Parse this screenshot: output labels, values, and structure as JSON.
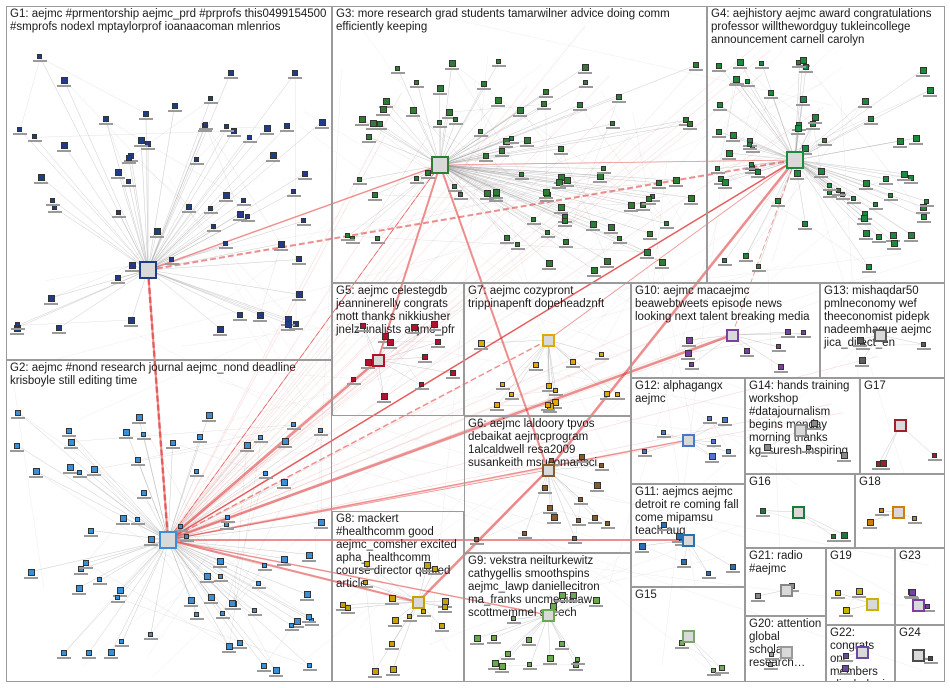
{
  "canvas": {
    "background": "#ffffff"
  },
  "groups": [
    {
      "id": "G1",
      "label": "G1: aejmc #prmentorship aejmc_prd #prprofs this0499154500 #smprofs nodexl mptaylorprof ioanaacoman mlenrios",
      "color": "#1f3c88"
    },
    {
      "id": "G2",
      "label": "G2: aejmc #nond research journal aejmc_nond deadline krisboyle still editing time",
      "color": "#3a8fd6"
    },
    {
      "id": "G3",
      "label": "G3: more research grad students tamarwilner advice doing comm efficiently keeping",
      "color": "#2e7d32"
    },
    {
      "id": "G4",
      "label": "G4: aejhistory aejmc award congratulations professor willthewordguy tukleincollege announcement carnell carolyn",
      "color": "#1b8a3a"
    },
    {
      "id": "G5",
      "label": "G5: aejmc celestegdb jeanninerelly congrats mott thanks nikkiusher jnelz finalists aejmc_pfr",
      "color": "#b3122a"
    },
    {
      "id": "G6",
      "label": "G6: aejmc laldoory tpvos debaikat aejmcprogram 1alcaldwell resa2009 susankeith msucomartsci",
      "color": "#8b5a2b"
    },
    {
      "id": "G7",
      "label": "G7: aejmc cozypront trippinapenft dopeheadznft",
      "color": "#e0a800"
    },
    {
      "id": "G8",
      "label": "G8: mackert #healthcomm good aejmc_comsher excited apha_healthcomm course director quoted article",
      "color": "#c8a000"
    },
    {
      "id": "G9",
      "label": "G9: vekstra neilturkewitz cathygellis smoothspins aejmc_lawp daniellecitron ma_franks uncmedialaw scottmemmel speech",
      "color": "#6aa84f"
    },
    {
      "id": "G10",
      "label": "G10: aejmc macaejmc beawebtweets episode news looking next talent breaking media",
      "color": "#7a3fa0"
    },
    {
      "id": "G11",
      "label": "G11: aejmcs aejmc detroit re coming fall come mipamsu teach aug",
      "color": "#2a6fb0"
    },
    {
      "id": "G12",
      "label": "G12: alphagangx aejmc",
      "color": "#4a78c8"
    },
    {
      "id": "G13",
      "label": "G13: mishaqdar50 pmlneconomy wef theeconomist pidepk nadeemhaque aejmc jica_direct_en",
      "color": "#5d5d5d"
    },
    {
      "id": "G14",
      "label": "G14: hands training workshop #datajournalism begins monday morning thanks kg_suresh inspiring",
      "color": "#8a8a8a"
    },
    {
      "id": "G15",
      "label": "G15",
      "color": "#7aa66a"
    },
    {
      "id": "G16",
      "label": "G16",
      "color": "#1a7a3a"
    },
    {
      "id": "G17",
      "label": "G17",
      "color": "#a0202a"
    },
    {
      "id": "G18",
      "label": "G18",
      "color": "#d08000"
    },
    {
      "id": "G19",
      "label": "G19",
      "color": "#c8b400"
    },
    {
      "id": "G20",
      "label": "G20: attention global scholars research…",
      "color": "#9a9a9a"
    },
    {
      "id": "G21",
      "label": "G21: radio #aejmc",
      "color": "#888888"
    },
    {
      "id": "G22",
      "label": "G22: congrats one members aljoshakari…",
      "color": "#6a4aa0"
    },
    {
      "id": "G23",
      "label": "G23",
      "color": "#7a3fa0"
    },
    {
      "id": "G24",
      "label": "G24",
      "color": "#4a4a4a"
    }
  ]
}
